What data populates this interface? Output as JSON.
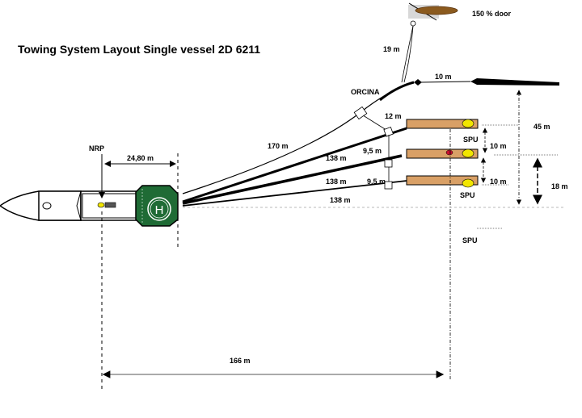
{
  "title": "Towing System Layout Single vessel 2D 6211",
  "door": {
    "label": "150 % door",
    "color": "#8b5a1e"
  },
  "labels": {
    "nrp": "NRP",
    "nrp_distance": "24,80 m",
    "door_rope": "19 m",
    "orcina": "ORCINA",
    "front_segment": "10 m",
    "spreader_length": "12  m",
    "lead_in_outer": "170  m",
    "lead_in_1": "138 m",
    "lead_in_2": "138 m",
    "lead_in_3": "138 m",
    "separation_1": "9,5 m",
    "separation_2": "9,5 m",
    "spu_top": "SPU",
    "spu_bottom": "SPU",
    "spu_lower": "SPU",
    "streamer_gap_1": "10 m",
    "streamer_gap_2": "10 m",
    "offset_45": "45 m",
    "offset_18": "18 m",
    "total_distance": "166 m"
  },
  "colors": {
    "vessel_deck": "#1f6b35",
    "streamer": "#d9a066",
    "spu_float": "#f2e600",
    "marker_red": "#c8102e",
    "line": "#000000"
  },
  "helideck_symbol": "H"
}
